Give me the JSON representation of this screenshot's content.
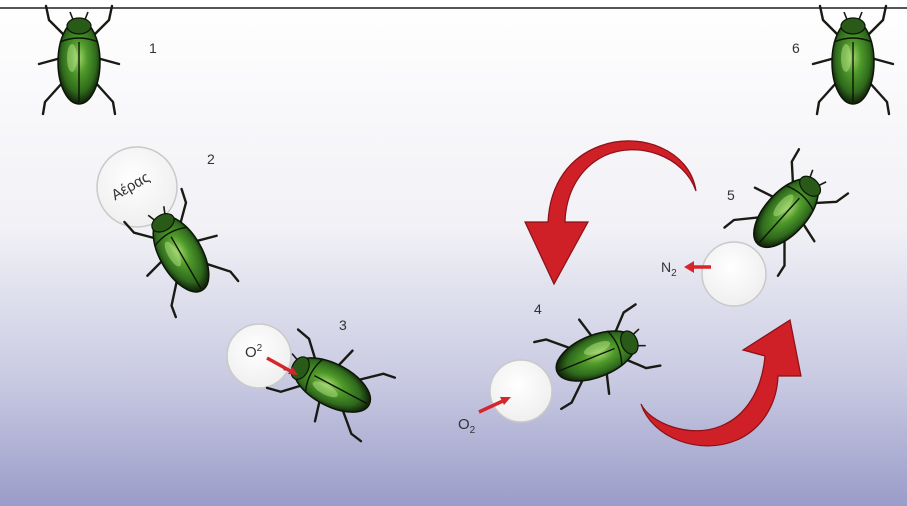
{
  "diagram": {
    "step_labels": [
      "1",
      "2",
      "3",
      "4",
      "5",
      "6"
    ],
    "air_bubble_label": "Αέρας",
    "o2_label_step3": "O",
    "o2_sup_step3": "2",
    "o2_label_step4": "O",
    "o2_sub_step4": "2",
    "n2_label": "N",
    "n2_sub": "2",
    "colors": {
      "water_top": "#ffffff",
      "water_bottom": "#9a9cc9",
      "surface_line": "#555555",
      "beetle_shell": "#2f6a1d",
      "beetle_highlight": "#9fd36a",
      "beetle_dark": "#0f1d08",
      "bubble_fill": "#ffffff",
      "bubble_stroke": "#c9c9c9",
      "arrow_red": "#d7262b",
      "curved_arrow_red": "#cf1f27"
    },
    "icons": [
      "water-beetle-icon",
      "air-bubble-icon",
      "gas-flow-arrow-icon",
      "curved-cycle-arrow-icon"
    ]
  }
}
